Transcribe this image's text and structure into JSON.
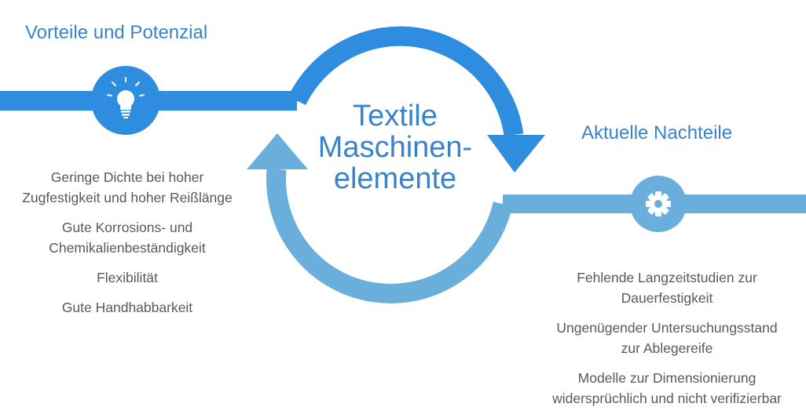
{
  "colors": {
    "dark_blue": "#2f8de0",
    "light_blue": "#6aaedb",
    "title_blue": "#3a83c8",
    "body_text": "#595959"
  },
  "center": {
    "title_lines": [
      "Textile",
      "Maschinen-",
      "elemente"
    ]
  },
  "advantages": {
    "heading": "Vorteile und Potenzial",
    "icon": "lightbulb-icon",
    "items": [
      [
        "Geringe Dichte bei hoher",
        "Zugfestigkeit und hoher Reißlänge"
      ],
      [
        "Gute Korrosions- und",
        "Chemikalienbeständigkeit"
      ],
      [
        "Flexibilität"
      ],
      [
        "Gute Handhabbarkeit"
      ]
    ]
  },
  "disadvantages": {
    "heading": "Aktuelle Nachteile",
    "icon": "gear-icon",
    "items": [
      [
        "Fehlende Langzeitstudien zur",
        "Dauerfestigkeit"
      ],
      [
        "Ungenügender Untersuchungsstand",
        "zur Ablegereife"
      ],
      [
        "Modelle zur Dimensionierung",
        "widersprüchlich und nicht verifizierbar"
      ]
    ]
  }
}
